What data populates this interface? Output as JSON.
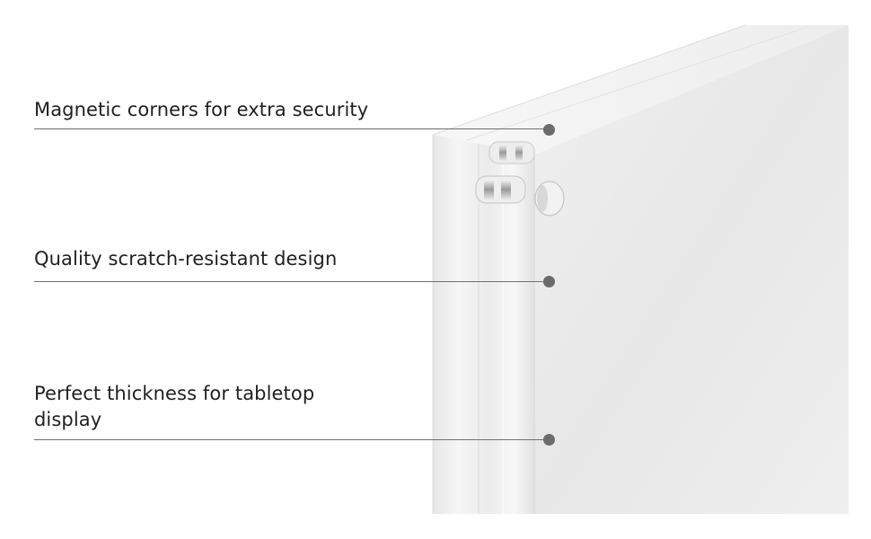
{
  "callouts": [
    {
      "label": "Magnetic corners for extra security"
    },
    {
      "label": "Quality scratch-resistant design"
    },
    {
      "label": "Perfect thickness for tabletop\ndisplay"
    }
  ],
  "colors": {
    "text": "#1f1f1f",
    "leader_line": "#6f6f6f",
    "marker_dot": "#6b6b6b",
    "acrylic_face": "#ececec",
    "acrylic_edge": "#f4f4f4"
  },
  "image": {
    "subject": "clear acrylic block frame",
    "detail": "magnetic corner connectors"
  }
}
